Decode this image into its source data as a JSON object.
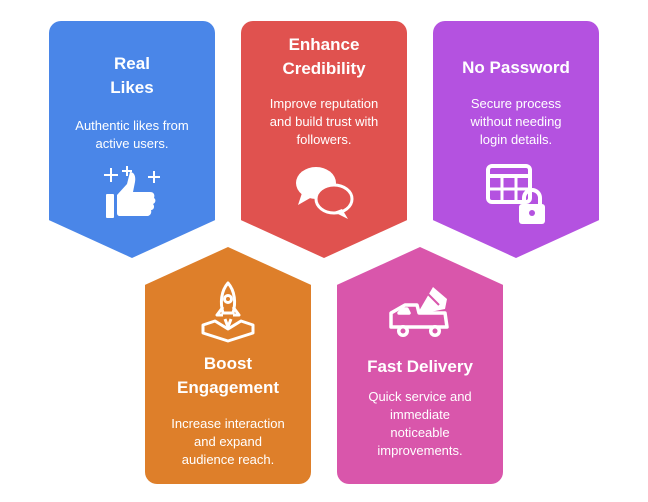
{
  "colors": {
    "blue": "#4a86e8",
    "red": "#e0524f",
    "purple": "#b452e0",
    "orange": "#de7f2a",
    "pink": "#d956ab"
  },
  "cards": [
    {
      "title_lines": [
        "Real",
        "Likes"
      ],
      "desc_lines": [
        "Authentic likes from",
        "active users."
      ],
      "icon": "thumbs-up-icon"
    },
    {
      "title_lines": [
        "Enhance",
        "Credibility"
      ],
      "desc_lines": [
        "Improve reputation",
        "and build trust with",
        "followers."
      ],
      "icon": "chat-bubbles-icon"
    },
    {
      "title_lines": [
        "No Password"
      ],
      "desc_lines": [
        "Secure process",
        "without needing",
        "login details."
      ],
      "icon": "grid-lock-icon"
    },
    {
      "title_lines": [
        "Boost",
        "Engagement"
      ],
      "desc_lines": [
        "Increase interaction",
        "and expand",
        "audience reach."
      ],
      "icon": "rocket-launch-icon"
    },
    {
      "title_lines": [
        "Fast Delivery"
      ],
      "desc_lines": [
        "Quick service and",
        "immediate",
        "noticeable",
        "improvements."
      ],
      "icon": "delivery-truck-icon"
    }
  ]
}
